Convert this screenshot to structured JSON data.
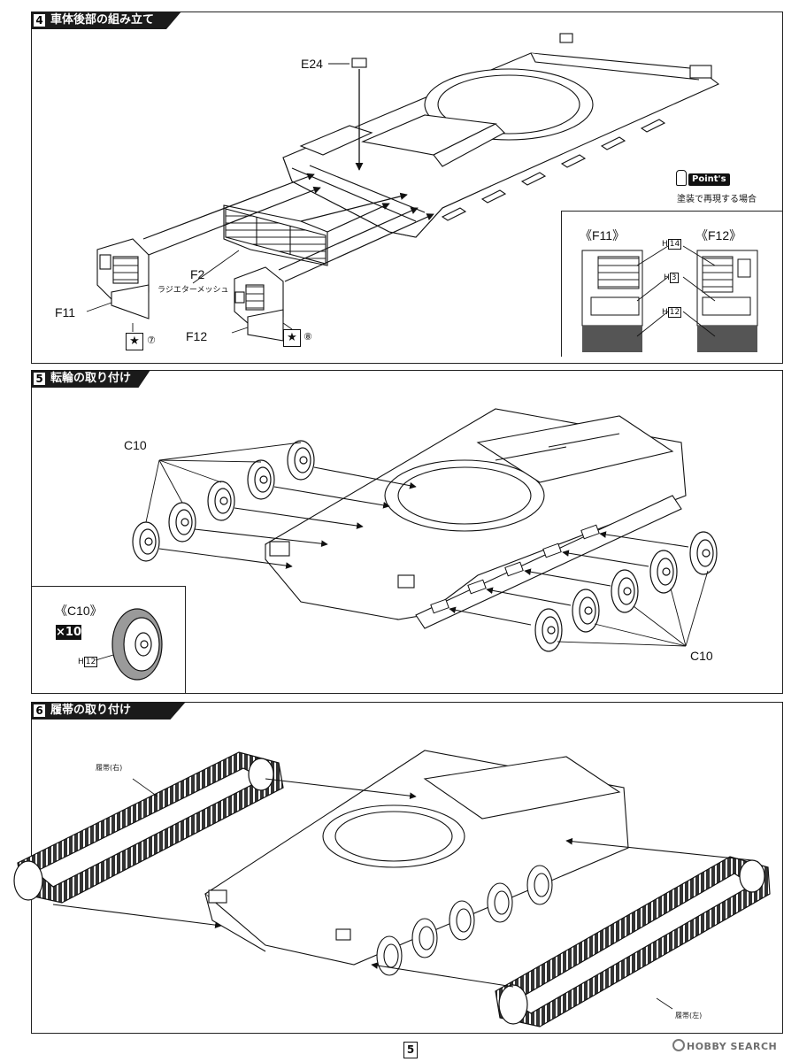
{
  "steps": [
    {
      "number": "4",
      "title": "車体後部の組み立て"
    },
    {
      "number": "5",
      "title": "転輪の取り付け"
    },
    {
      "number": "6",
      "title": "履帯の取り付け"
    }
  ],
  "step4": {
    "e24": "E24",
    "f2": "F2",
    "f2_sub": "ラジエターメッシュ",
    "f11": "F11",
    "f12": "F12",
    "mark_f11": "⑦",
    "mark_f12": "⑧",
    "star": "★",
    "point_label": "Point's",
    "point_note": "塗装で再現する場合",
    "inset": {
      "left_title": "《F11》",
      "right_title": "《F12》",
      "h14": "H",
      "h14_num": "14",
      "h3": "H",
      "h3_num": "3",
      "h12": "H",
      "h12_num": "12"
    }
  },
  "step5": {
    "c10_top": "C10",
    "c10_bottom": "C10",
    "inset_title": "《C10》",
    "qty": "×10",
    "h12": "H",
    "h12_num": "12"
  },
  "step6": {
    "track_right": "履帯(右)",
    "track_left": "履帯(左)"
  },
  "page_number": "5",
  "watermark": "HOBBY SEARCH",
  "colors": {
    "ink": "#111111",
    "paint_dark": "#555555",
    "paint_mid": "#9a9a9a"
  }
}
